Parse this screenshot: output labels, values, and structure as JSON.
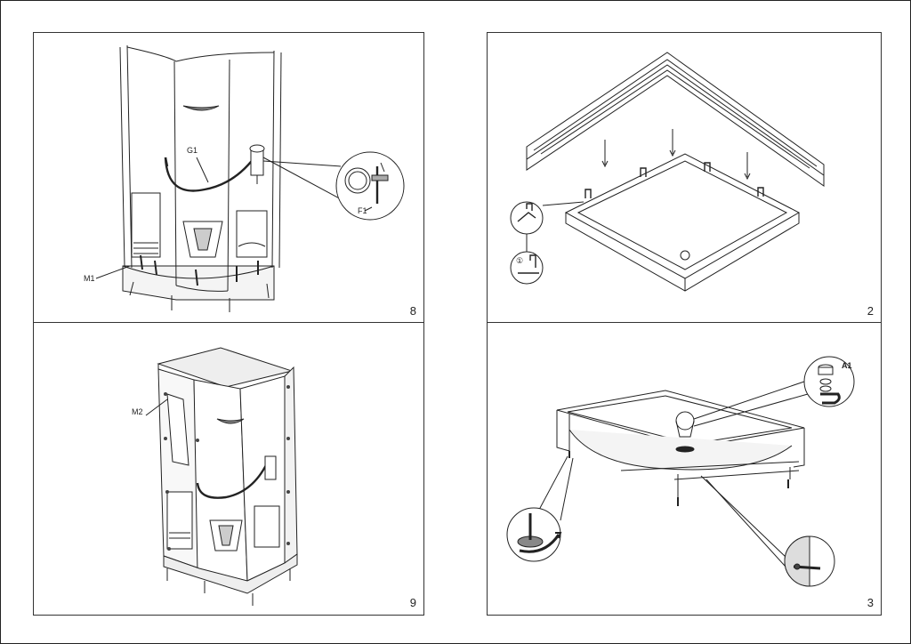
{
  "panels": {
    "step8": {
      "number": "8",
      "callouts": {
        "g1": "G1",
        "f1": "F1",
        "m1": "M1"
      }
    },
    "step2": {
      "number": "2",
      "callouts": {
        "circle_mark": "①"
      }
    },
    "step9": {
      "number": "9",
      "callouts": {
        "m2": "M2"
      }
    },
    "step3": {
      "number": "3",
      "callouts": {
        "a1": "A1"
      }
    }
  },
  "colors": {
    "line": "#222222",
    "shade": "#9a9a9a",
    "light": "#d9d9d9"
  }
}
